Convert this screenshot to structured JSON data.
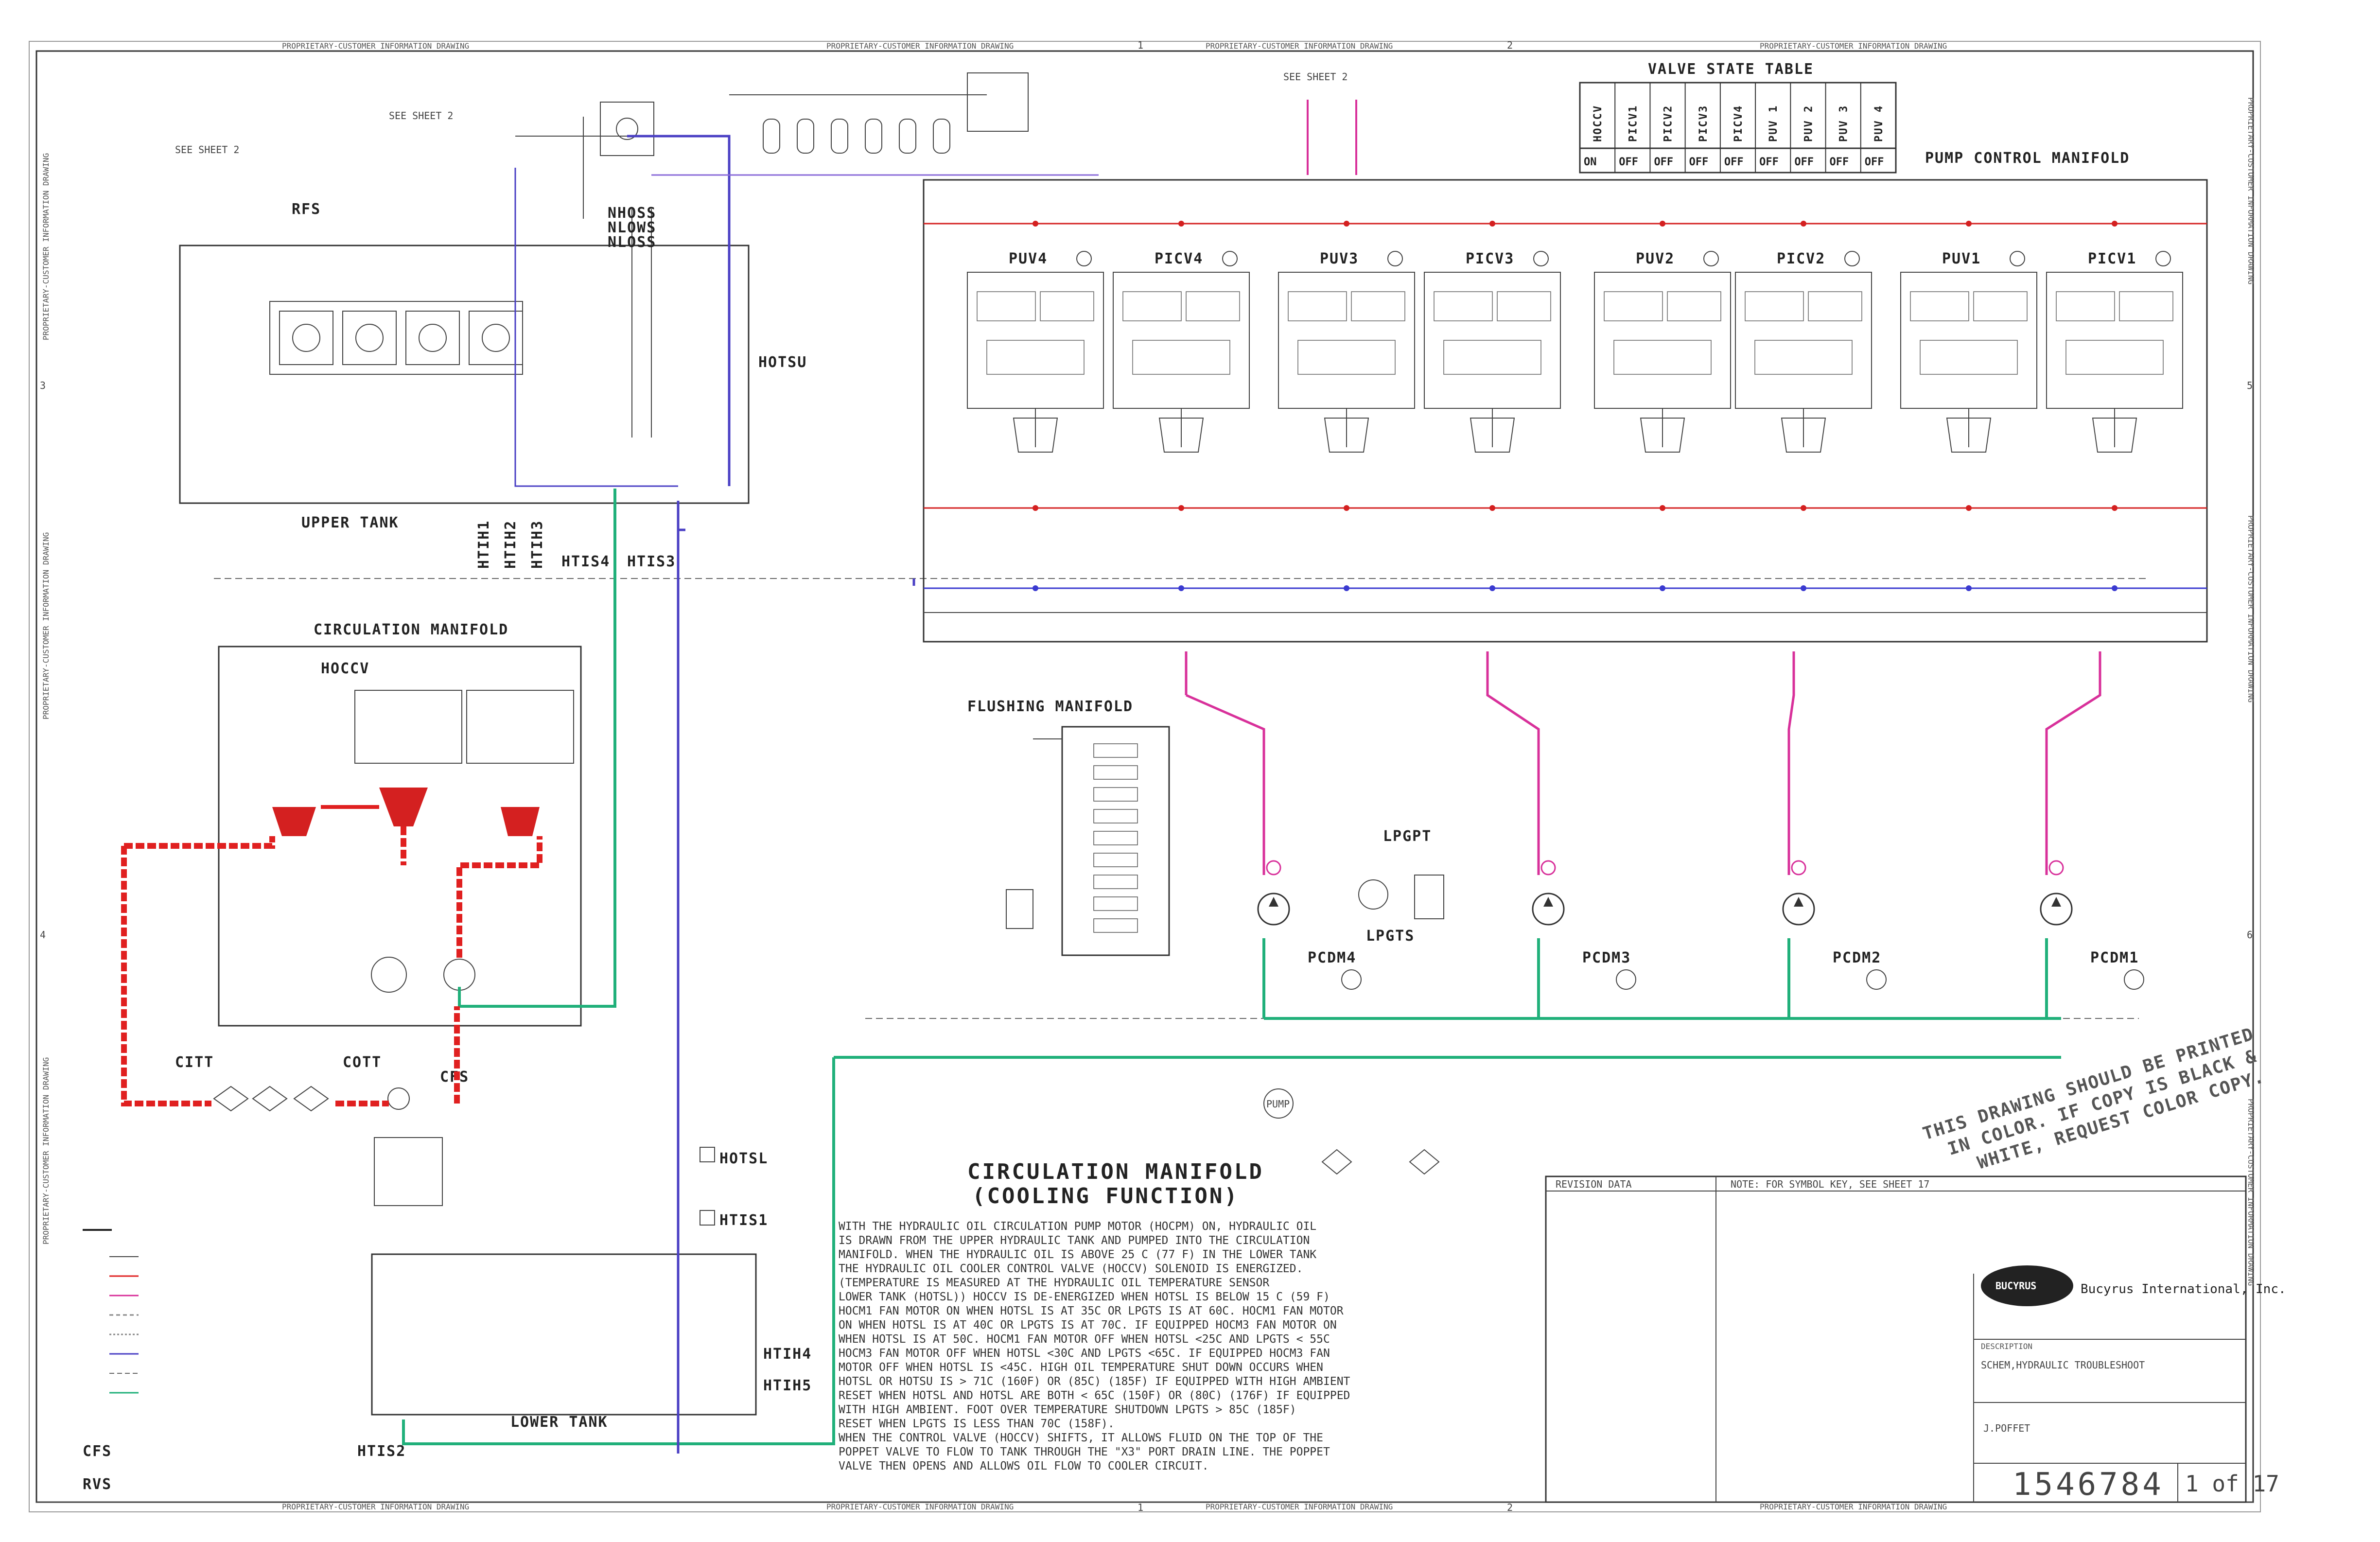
{
  "sheet_header": "PROPRIETARY-CUSTOMER INFORMATION DRAWING",
  "side_border_text": "PROPRIETARY-CUSTOMER INFORMATION DRAWING",
  "zone_marks": {
    "top": [
      "1",
      "2"
    ],
    "side": [
      "3",
      "4",
      "5",
      "6"
    ]
  },
  "references": {
    "see_sheet_2": "SEE SHEET 2"
  },
  "valve_state_table": {
    "title": "VALVE STATE TABLE",
    "headers": [
      "HOCCV",
      "PICV1",
      "PICV2",
      "PICV3",
      "PICV4",
      "PUV 1",
      "PUV 2",
      "PUV 3",
      "PUV 4"
    ],
    "states": [
      "ON",
      "OFF",
      "OFF",
      "OFF",
      "OFF",
      "OFF",
      "OFF",
      "OFF",
      "OFF"
    ]
  },
  "pump_control_manifold": {
    "title": "PUMP CONTROL MANIFOLD",
    "valves": [
      "PUV4",
      "PICV4",
      "PUV3",
      "PICV3",
      "PUV2",
      "PICV2",
      "PUV1",
      "PICV1"
    ]
  },
  "upper_tank": {
    "title": "UPPER TANK",
    "labels": [
      "RFS",
      "NHOSS",
      "NLOWS",
      "NLOSS",
      "HOTSU",
      "HTIH1",
      "HTIH2",
      "HTIH3",
      "HTIS4",
      "HTIS3"
    ]
  },
  "circulation_manifold": {
    "title": "CIRCULATION MANIFOLD",
    "valve": "HOCCV"
  },
  "flushing_manifold": {
    "title": "FLUSHING MANIFOLD"
  },
  "pump_motors": [
    "PCDM4",
    "PCDM3",
    "PCDM2",
    "PCDM1"
  ],
  "lpgpt": {
    "sensor": "LPGPT",
    "switch": "LPGTS"
  },
  "cooler_labels": [
    "CITT",
    "COTT",
    "CFS"
  ],
  "lower_tank": {
    "title": "LOWER TANK",
    "labels": [
      "HOTSL",
      "HTIS1",
      "HTIH4",
      "HTIH5",
      "HTIS2"
    ]
  },
  "legend": {
    "cfs": "CFS",
    "rvs": "RVS"
  },
  "description": {
    "title_line1": "CIRCULATION MANIFOLD",
    "title_line2": "(COOLING FUNCTION)",
    "lines": [
      "WITH THE HYDRAULIC OIL CIRCULATION PUMP MOTOR (HOCPM) ON, HYDRAULIC OIL",
      "IS DRAWN FROM THE UPPER HYDRAULIC TANK AND PUMPED INTO THE CIRCULATION",
      "MANIFOLD. WHEN THE HYDRAULIC OIL IS ABOVE 25 C (77 F) IN THE LOWER TANK",
      "THE HYDRAULIC OIL COOLER CONTROL VALVE (HOCCV) SOLENOID IS ENERGIZED.",
      "(TEMPERATURE IS MEASURED AT THE HYDRAULIC OIL TEMPERATURE SENSOR",
      "LOWER TANK (HOTSL)) HOCCV IS DE-ENERGIZED WHEN HOTSL IS BELOW 15 C (59 F)",
      "HOCM1 FAN MOTOR ON WHEN HOTSL IS AT 35C OR LPGTS IS AT 60C. HOCM1 FAN MOTOR",
      "ON WHEN HOTSL IS AT 40C OR LPGTS IS AT 70C. IF EQUIPPED HOCM3 FAN MOTOR ON",
      "WHEN HOTSL IS AT 50C. HOCM1 FAN MOTOR OFF WHEN HOTSL <25C AND LPGTS < 55C",
      "HOCM3 FAN MOTOR OFF WHEN HOTSL <30C AND LPGTS <65C. IF EQUIPPED HOCM3 FAN",
      "MOTOR OFF WHEN HOTSL IS <45C. HIGH OIL TEMPERATURE SHUT DOWN OCCURS WHEN",
      "HOTSL OR HOTSU IS > 71C (160F) OR (85C) (185F) IF EQUIPPED WITH HIGH AMBIENT",
      "RESET WHEN HOTSL AND HOTSL ARE BOTH < 65C (150F) OR (80C) (176F) IF EQUIPPED",
      "WITH HIGH AMBIENT. FOOT OVER TEMPERATURE SHUTDOWN LPGTS > 85C (185F)",
      "RESET WHEN LPGTS IS LESS THAN 70C (158F).",
      "WHEN THE CONTROL VALVE (HOCCV) SHIFTS, IT ALLOWS FLUID ON THE TOP OF THE",
      "POPPET VALVE TO FLOW TO TANK THROUGH THE \"X3\" PORT DRAIN LINE. THE POPPET",
      "VALVE THEN OPENS AND ALLOWS OIL FLOW TO COOLER CIRCUIT."
    ]
  },
  "color_notice": [
    "THIS DRAWING SHOULD BE PRINTED",
    "IN COLOR. IF COPY IS BLACK &",
    "WHITE, REQUEST COLOR COPY."
  ],
  "title_block": {
    "revision_data": "REVISION DATA",
    "note": "NOTE: FOR SYMBOL KEY, SEE SHEET 17",
    "company": "Bucyrus International, Inc.",
    "logo_text": "BUCYRUS",
    "description_label": "DESCRIPTION",
    "description": "SCHEM,HYDRAULIC TROUBLESHOOT",
    "drawn_by": "J.POFFET",
    "drawing_number": "1546784",
    "sheet": "1 of 17"
  },
  "colors": {
    "pressure": "#e02020",
    "pilot": "#d8309a",
    "return": "#4a3fc4",
    "suction": "#20b07a",
    "node": "#d42020",
    "node_blue": "#3a3ad0",
    "lines": "#444444"
  }
}
